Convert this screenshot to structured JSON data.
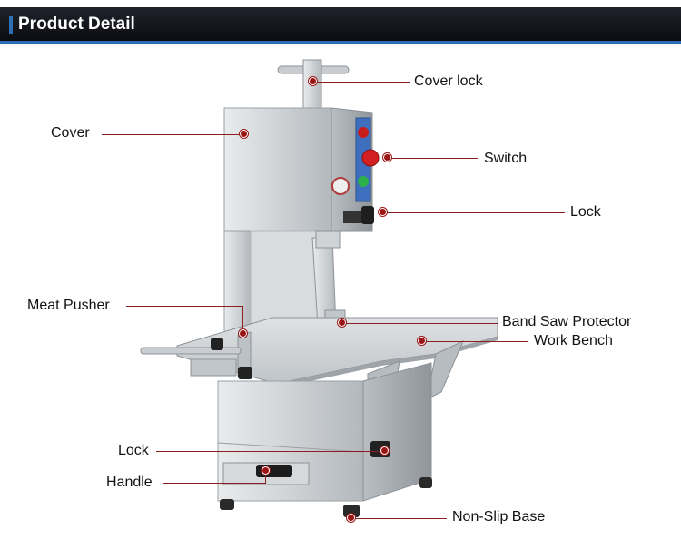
{
  "header": {
    "title": "Product Detail"
  },
  "colors": {
    "header_bg": "#111319",
    "accent": "#2d6fb3",
    "marker": "#9a1515",
    "steel": "#c8ccd0"
  },
  "callouts": {
    "cover_lock": "Cover lock",
    "cover": "Cover",
    "switch": "Switch",
    "lock_top": "Lock",
    "meat_pusher": "Meat Pusher",
    "band_saw_protector": "Band Saw Protector",
    "work_bench": "Work Bench",
    "lock_bottom": "Lock",
    "handle": "Handle",
    "non_slip_base": "Non-Slip Base"
  }
}
